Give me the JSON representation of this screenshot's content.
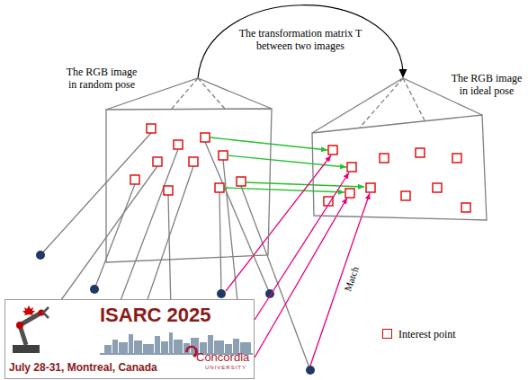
{
  "diagram": {
    "nodes": [
      {
        "text": [
          "The RGB image in random pose"
        ]
      },
      {
        "text": [
          "The RGB image in ideal pose"
        ]
      },
      {
        "text": [
          "ISARC 2025",
          "July 28-31, Montreal, Canada",
          "Concordia",
          "UNIVERSITY"
        ]
      }
    ],
    "edges": [
      {
        "from": 0,
        "to": 1,
        "arrow": "to",
        "label": "The transformation matrix T between two images"
      }
    ],
    "labels": [
      "Match"
    ],
    "legend": [
      {
        "text": "Interest point"
      }
    ]
  }
}
